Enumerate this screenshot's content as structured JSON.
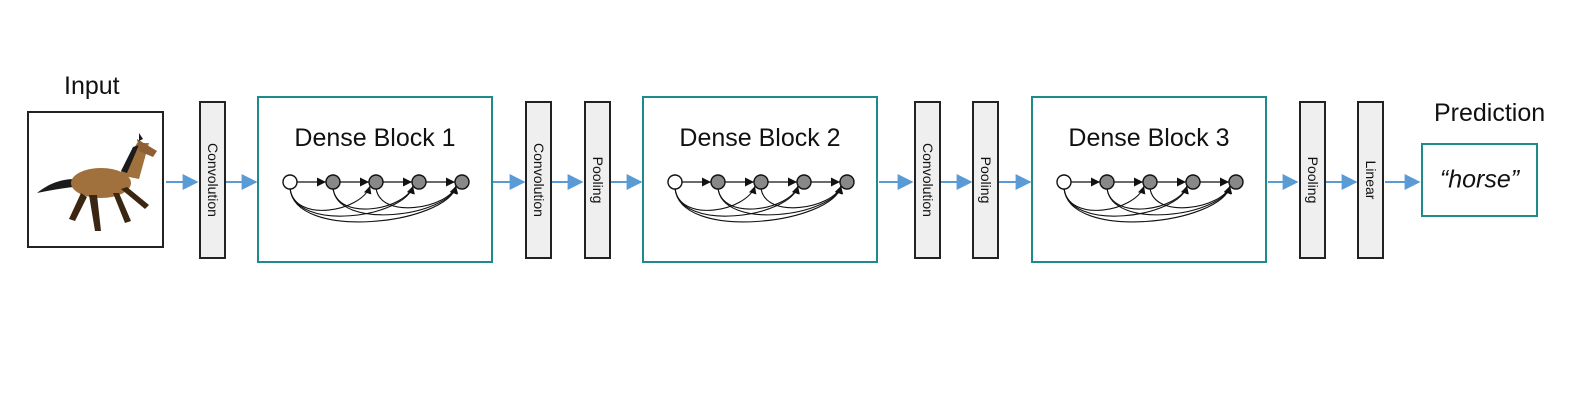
{
  "input": {
    "label": "Input",
    "image_icon": "horse-photo"
  },
  "layers": {
    "conv1": "Convolution",
    "conv2": "Convolution",
    "pool2": "Pooling",
    "conv3": "Convolution",
    "pool3": "Pooling",
    "pool4": "Pooling",
    "linear": "Linear"
  },
  "dense_blocks": [
    {
      "title": "Dense Block 1",
      "nodes": 5
    },
    {
      "title": "Dense Block 2",
      "nodes": 5
    },
    {
      "title": "Dense Block 3",
      "nodes": 5
    }
  ],
  "prediction": {
    "label": "Prediction",
    "value": "“horse”"
  },
  "colors": {
    "block_border": "#1e8a8c",
    "arrow": "#5b9bd5",
    "node_filled": "#888888",
    "layer_fill": "#efefef"
  }
}
